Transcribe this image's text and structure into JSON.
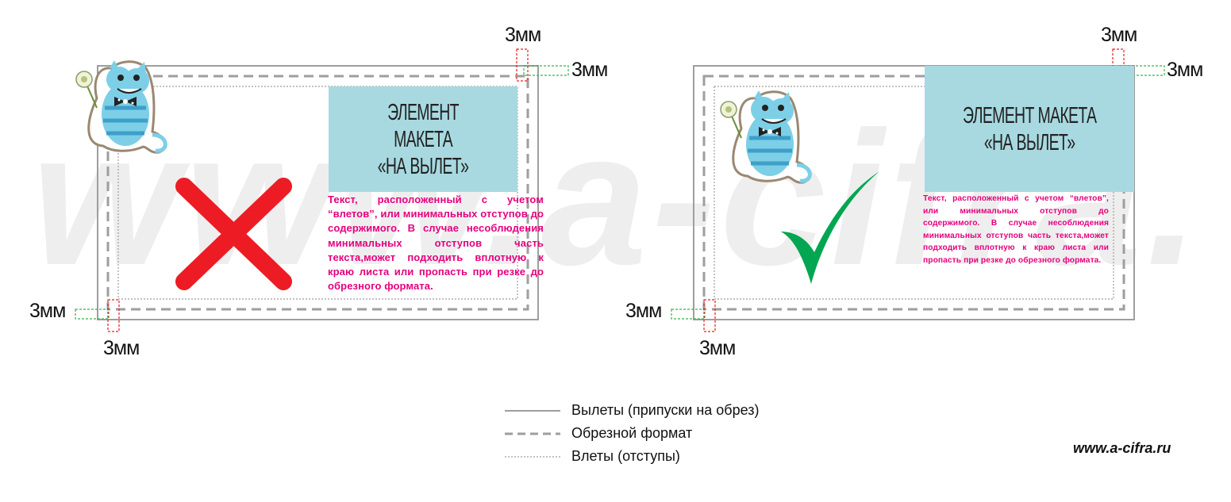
{
  "watermark": "www.a-cifra.ru",
  "measure_label": "3мм",
  "left_panel": {
    "element_label_line1": "ЭЛЕМЕНТ МАКЕТА",
    "element_label_line2": "«НА ВЫЛЕТ»",
    "text": "Текст, расположенный с учетом “влетов”, или минимальных отступов до содержимого. В случае несоблюдения минимальных отступов часть текста,может подходить вплотную к краю листа или пропасть при резке до обрезного формата.",
    "verdict_icon": "red-cross-icon"
  },
  "right_panel": {
    "element_label_line1": "ЭЛЕМЕНТ МАКЕТА",
    "element_label_line2": "«НА ВЫЛЕТ»",
    "text": "Текст, расположенный с учетом “влетов”, или минимальных отступов до содержимого. В случае несоблюдения минимальных отступов часть текста,может подходить вплотную к краю листа или пропасть при резке до обрезного формата.",
    "verdict_icon": "green-checkmark-icon"
  },
  "legend": [
    {
      "label": "Вылеты (припуски на обрез)",
      "style": "solid"
    },
    {
      "label": "Обрезной формат",
      "style": "dashed"
    },
    {
      "label": "Влеты (отступы)",
      "style": "dotted"
    }
  ],
  "website": "www.a-cifra.ru",
  "colors": {
    "accent_block": "#a8d9e1",
    "text_magenta": "#e6007e",
    "cross_red": "#ed1c24",
    "check_green": "#00a651",
    "measure_green": "#39b54a",
    "measure_red": "#ed1c24",
    "line_gray": "#9e9e9e"
  }
}
